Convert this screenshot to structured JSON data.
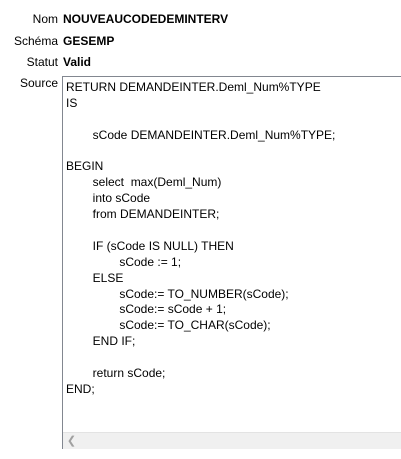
{
  "fields": {
    "nom": {
      "label": "Nom",
      "value": "NOUVEAUCODEDEMINTERV"
    },
    "schema": {
      "label": "Schéma",
      "value": "GESEMP"
    },
    "statut": {
      "label": "Statut",
      "value": "Valid"
    },
    "source": {
      "label": "Source"
    }
  },
  "source_code": {
    "lines": [
      "RETURN DEMANDEINTER.Deml_Num%TYPE",
      "IS",
      "",
      "\t\tsCode DEMANDEINTER.Deml_Num%TYPE;",
      "",
      "BEGIN",
      "\t\tselect  max(Deml_Num)",
      "\t\tinto sCode",
      "\t\tfrom DEMANDEINTER;",
      "",
      "\t\tIF (sCode IS NULL) THEN",
      "\t\t\t\tsCode := 1;",
      "\t\tELSE",
      "\t\t\t\tsCode:= TO_NUMBER(sCode);",
      "\t\t\t\tsCode:= sCode + 1;",
      "\t\t\t\tsCode:= TO_CHAR(sCode);",
      "\t\tEND IF;",
      "",
      "\t\treturn sCode;",
      "END;"
    ]
  },
  "scrollbar": {
    "left_arrow_icon": "chevron-left-icon"
  }
}
